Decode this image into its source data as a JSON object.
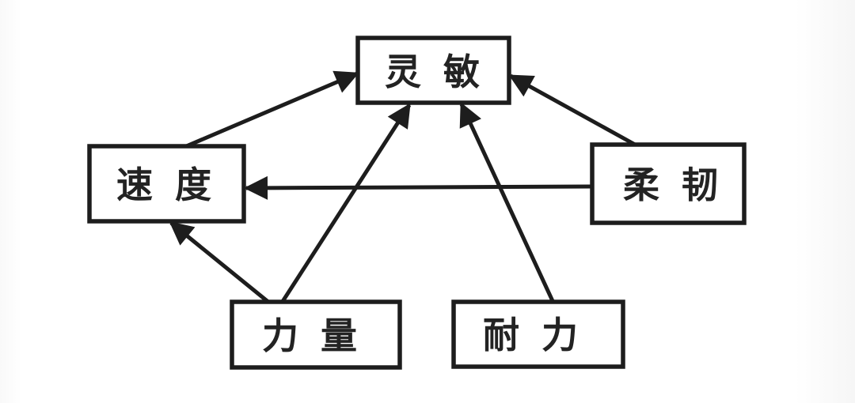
{
  "diagram": {
    "title": "physical-attributes-relationship-diagram",
    "nodes": [
      {
        "id": "agility",
        "label": "灵 敏"
      },
      {
        "id": "speed",
        "label": "速 度"
      },
      {
        "id": "flexibility",
        "label": "柔 韧"
      },
      {
        "id": "strength",
        "label": "力 量"
      },
      {
        "id": "endurance",
        "label": "耐 力"
      }
    ],
    "edges": [
      {
        "from": "speed",
        "to": "agility"
      },
      {
        "from": "flexibility",
        "to": "agility"
      },
      {
        "from": "flexibility",
        "to": "speed"
      },
      {
        "from": "strength",
        "to": "speed"
      },
      {
        "from": "strength",
        "to": "agility"
      },
      {
        "from": "endurance",
        "to": "agility"
      }
    ],
    "colors": {
      "stroke": "#1d1d1d",
      "text": "#232323",
      "box_fill": "#ffffff",
      "background": "#fdfdfd"
    }
  }
}
